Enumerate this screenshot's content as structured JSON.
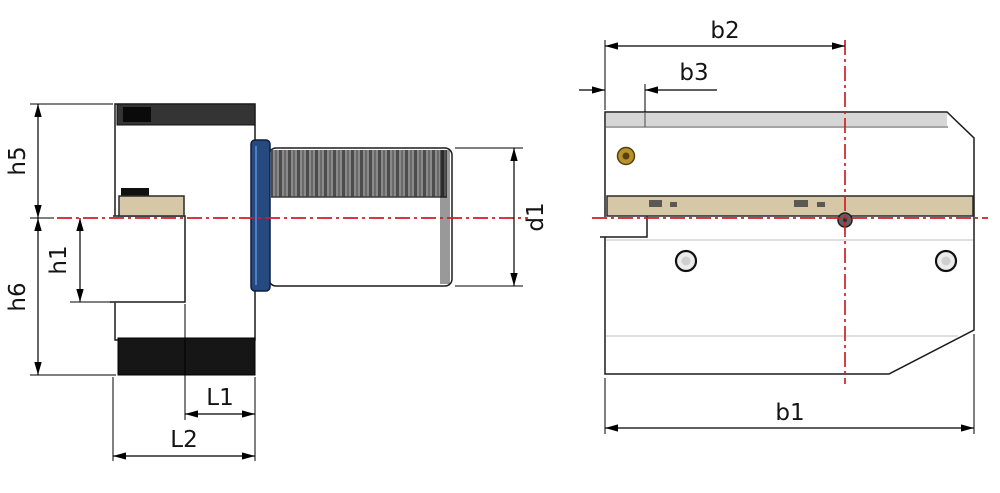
{
  "drawing": {
    "side_view": {
      "dims": {
        "h5": "h5",
        "h1": "h1",
        "h6": "h6",
        "L1": "L1",
        "L2": "L2",
        "d1": "d1"
      }
    },
    "front_view": {
      "dims": {
        "b2": "b2",
        "b3": "b3",
        "b1": "b1"
      }
    }
  },
  "colors": {
    "body_gray": "#8b8b8b",
    "detail_dark": "#343434",
    "base_black": "#161616",
    "insert_tan": "#d6c8a6",
    "flange_blue": "#26497e",
    "screw_gold": "#b8922c",
    "centerline_red": "#d01f24",
    "dimension_black": "#000000"
  }
}
